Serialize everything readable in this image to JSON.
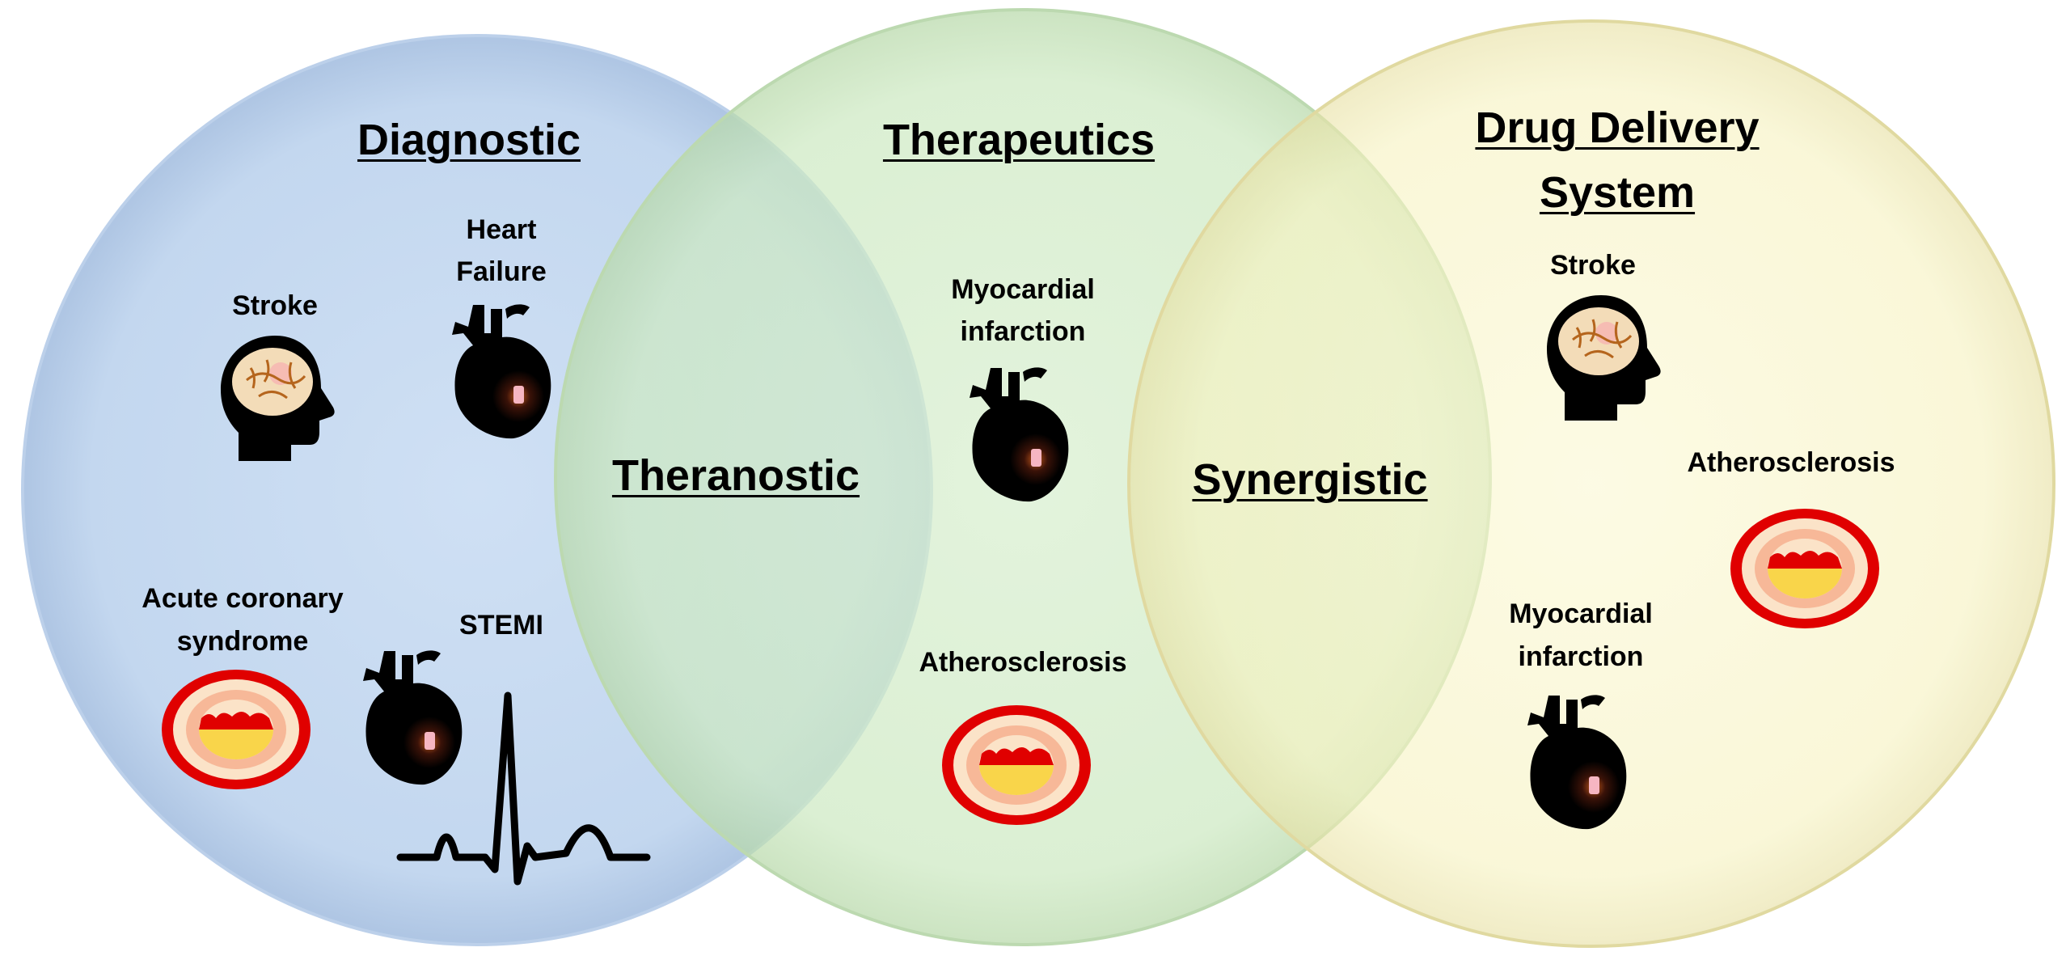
{
  "circles": {
    "left": {
      "title": "Diagnostic",
      "color": "#c5d9f1",
      "stroke": "#b3c7e3"
    },
    "middle": {
      "title": "Therapeutics",
      "color": "#d2ecc8",
      "stroke": "#bedcb2"
    },
    "right": {
      "title_line1": "Drug Delivery",
      "title_line2": "System",
      "color": "#f7f3c4",
      "stroke": "#e5dfa8"
    }
  },
  "overlaps": {
    "left_middle": "Theranostic",
    "middle_right": "Synergistic"
  },
  "diagnostic": {
    "stroke": "Stroke",
    "heart_failure_line1": "Heart",
    "heart_failure_line2": "Failure",
    "acs_line1": "Acute coronary",
    "acs_line2": "syndrome",
    "stemi": "STEMI"
  },
  "therapeutics": {
    "mi_line1": "Myocardial",
    "mi_line2": "infarction",
    "athero": "Atherosclerosis"
  },
  "drug_delivery": {
    "stroke": "Stroke",
    "athero": "Atherosclerosis",
    "mi_line1": "Myocardial",
    "mi_line2": "infarction"
  },
  "icons": [
    "brain-head-icon",
    "heart-icon",
    "artery-plaque-icon",
    "ecg-trace-icon"
  ]
}
